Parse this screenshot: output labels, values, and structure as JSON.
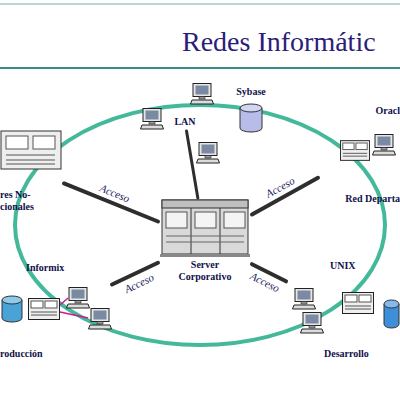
{
  "diagram": {
    "title": "Redes Informátic",
    "nodes": [
      {
        "text": [
          "LAN"
        ]
      },
      {
        "text": [
          "Sybase"
        ]
      },
      {
        "text": [
          "res No- cionales"
        ]
      },
      {
        "text": [
          "Oracl",
          "Red Departa"
        ]
      },
      {
        "text": [
          "Server Corporativo"
        ]
      },
      {
        "text": [
          "Informix",
          "roducción"
        ]
      },
      {
        "text": [
          "UNIX",
          "Desarrollo"
        ]
      }
    ],
    "edges": [
      {
        "from": 4,
        "to": 0,
        "arrow": "none"
      },
      {
        "from": 4,
        "to": 2,
        "label": "Acceso",
        "arrow": "none"
      },
      {
        "from": 4,
        "to": 3,
        "label": "Acceso",
        "arrow": "none"
      },
      {
        "from": 4,
        "to": 5,
        "label": "Acceso",
        "arrow": "none"
      },
      {
        "from": 4,
        "to": 6,
        "label": "Acceso",
        "arrow": "none"
      }
    ]
  }
}
